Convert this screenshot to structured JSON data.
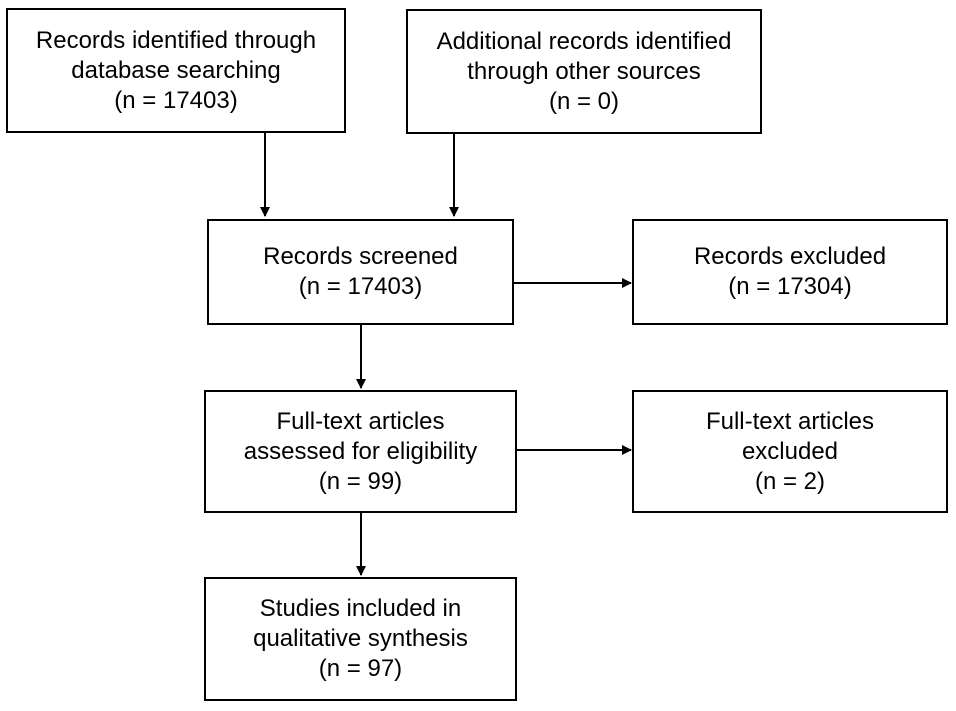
{
  "boxes": {
    "identified_db": {
      "line1": "Records identified through",
      "line2": "database searching",
      "line3": "(n = 17403)"
    },
    "identified_other": {
      "line1": "Additional records identified",
      "line2": "through other sources",
      "line3": "(n = 0)"
    },
    "screened": {
      "line1": "Records screened",
      "line2": "(n = 17403)"
    },
    "excluded": {
      "line1": "Records excluded",
      "line2": "(n = 17304)"
    },
    "fulltext_assessed": {
      "line1": "Full-text articles",
      "line2": "assessed for eligibility",
      "line3": "(n = 99)"
    },
    "fulltext_excluded": {
      "line1": "Full-text articles",
      "line2": "excluded",
      "line3": "(n = 2)"
    },
    "included": {
      "line1": "Studies included in",
      "line2": "qualitative synthesis",
      "line3": "(n = 97)"
    }
  },
  "colors": {
    "stroke": "#000000",
    "background": "#ffffff"
  }
}
